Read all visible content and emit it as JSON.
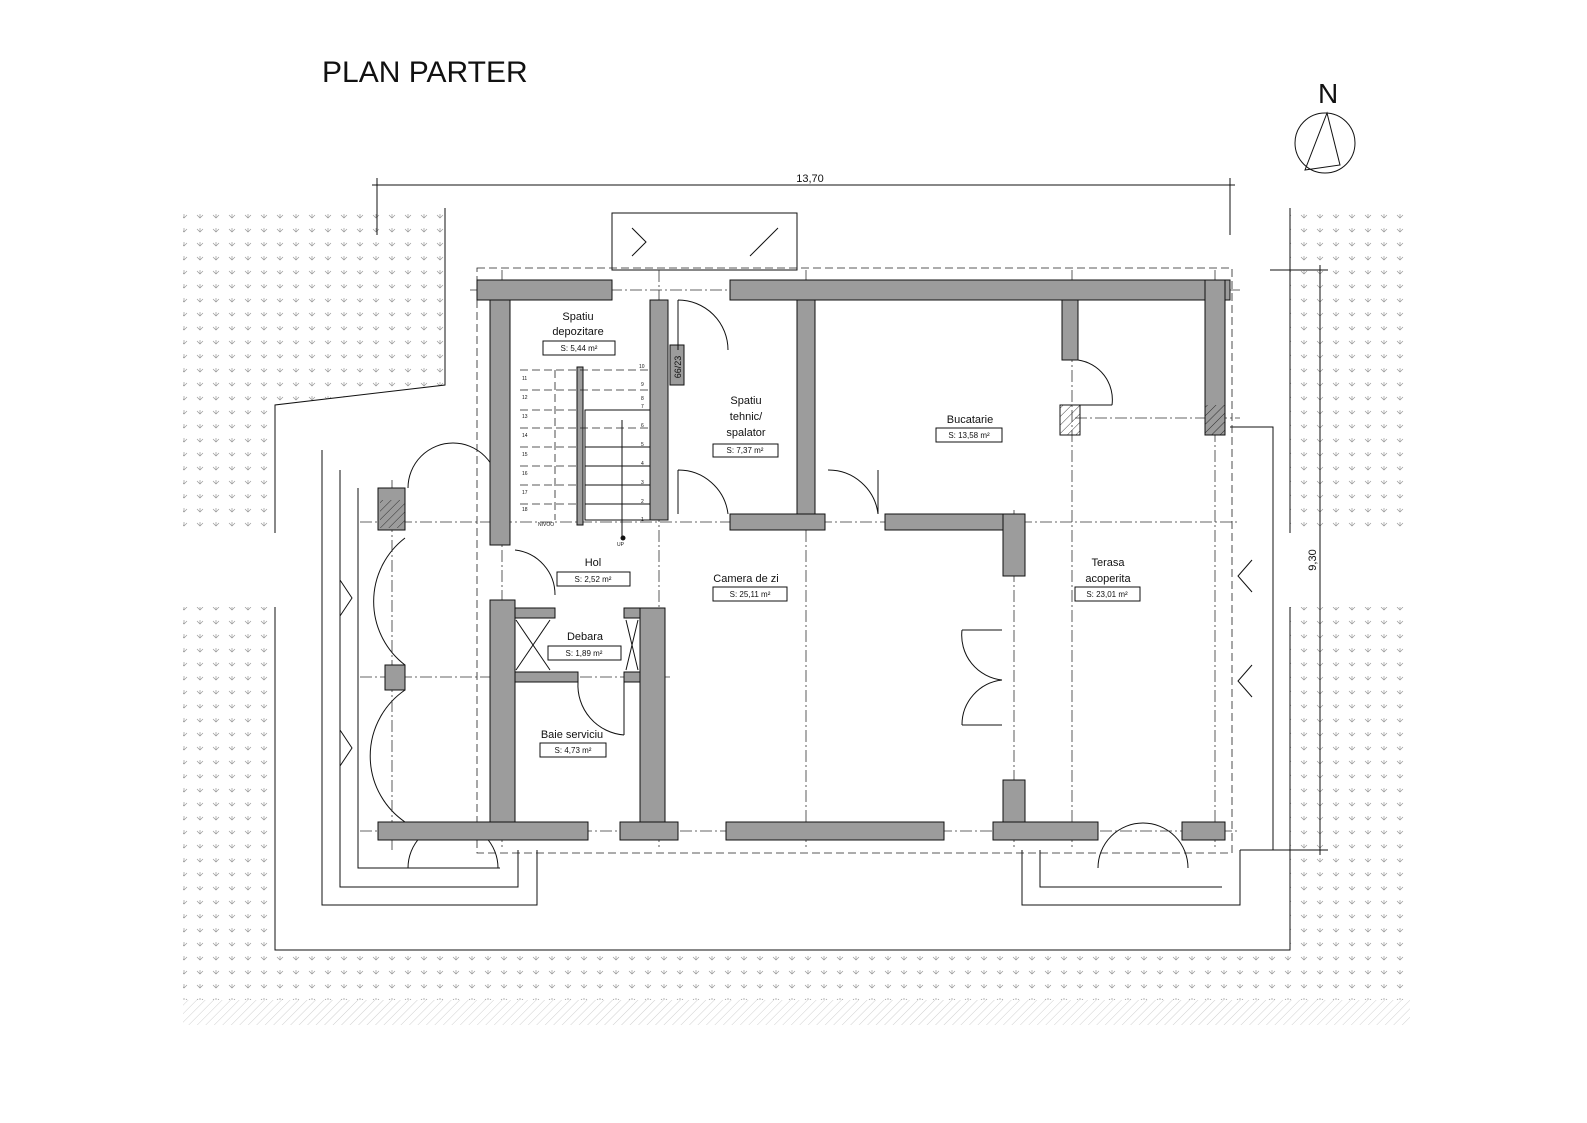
{
  "title": "PLAN PARTER",
  "north_label": "N",
  "dimensions": {
    "width": "13,70",
    "depth": "9,30"
  },
  "rooms": [
    {
      "name_lines": [
        "Spatiu",
        "depozitare"
      ],
      "area": "S: 5,44 m²"
    },
    {
      "name_lines": [
        "Spatiu",
        "tehnic/",
        "spalator"
      ],
      "area": "S: 7,37 m²"
    },
    {
      "name_lines": [
        "Bucatarie"
      ],
      "area": "S: 13,58 m²"
    },
    {
      "name_lines": [
        "Hol"
      ],
      "area": "S: 2,52 m²"
    },
    {
      "name_lines": [
        "Camera de zi"
      ],
      "area": "S: 25,11 m²"
    },
    {
      "name_lines": [
        "Terasa",
        "acoperita"
      ],
      "area": "S: 23,01 m²"
    },
    {
      "name_lines": [
        "Debara"
      ],
      "area": "S: 1,89 m²"
    },
    {
      "name_lines": [
        "Baie serviciu"
      ],
      "area": "S: 4,73 m²"
    }
  ],
  "annotations": {
    "chimney": "66/23",
    "stair_up": "UP",
    "stair_note": "NIVOO"
  },
  "stair_steps_right": [
    "1",
    "2",
    "3",
    "4",
    "5",
    "6",
    "7",
    "8",
    "9",
    "10"
  ],
  "stair_steps_left": [
    "11",
    "12",
    "13",
    "14",
    "15",
    "16",
    "17",
    "18"
  ]
}
